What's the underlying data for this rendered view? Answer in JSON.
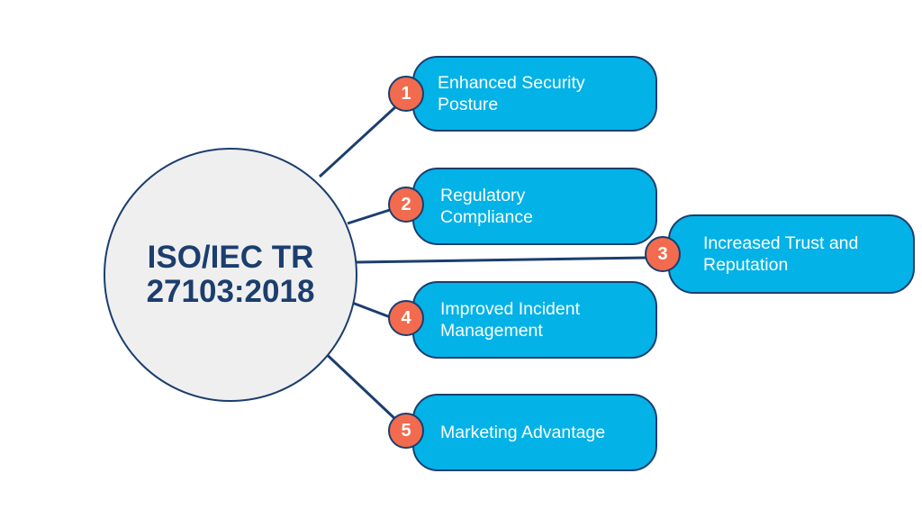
{
  "center": {
    "lines": [
      "ISO/IEC TR",
      "27103:2018"
    ]
  },
  "benefits": [
    {
      "number": "1",
      "lines": [
        "Enhanced Security",
        "Posture"
      ]
    },
    {
      "number": "2",
      "lines": [
        "Regulatory",
        "Compliance"
      ]
    },
    {
      "number": "3",
      "lines": [
        "Increased Trust and",
        "Reputation"
      ]
    },
    {
      "number": "4",
      "lines": [
        "Improved Incident",
        "Management"
      ]
    },
    {
      "number": "5",
      "lines": [
        "Marketing Advantage"
      ]
    }
  ],
  "colors": {
    "pill_fill": "#03b2e7",
    "badge_fill": "#f26b4f",
    "outline": "#1b3e6e",
    "hub_fill": "#efefef"
  }
}
